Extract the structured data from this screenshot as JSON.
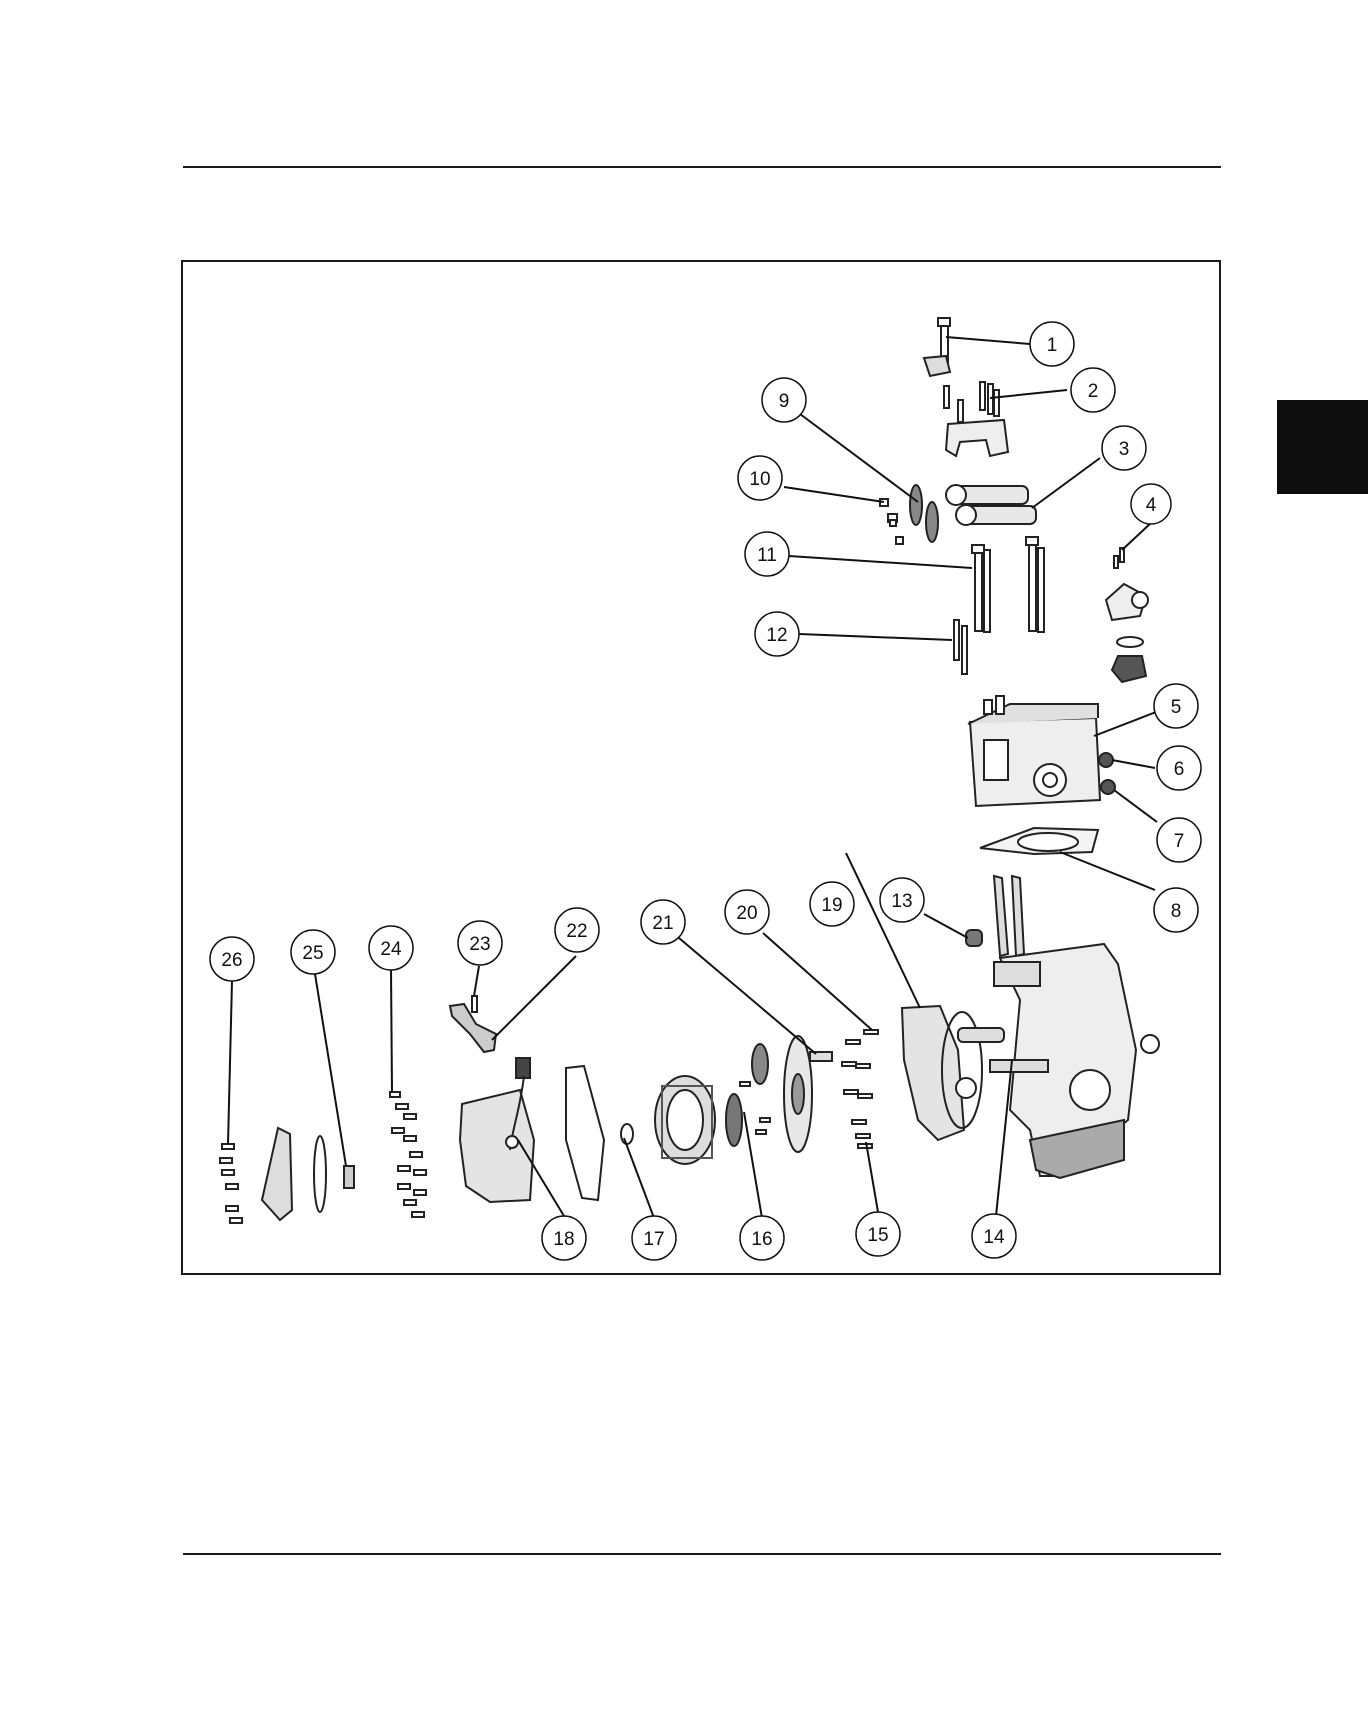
{
  "section_tab_color": "#0d0d0d",
  "callouts": {
    "c1": "1",
    "c2": "2",
    "c3": "3",
    "c4": "4",
    "c5": "5",
    "c6": "6",
    "c7": "7",
    "c8": "8",
    "c9": "9",
    "c10": "10",
    "c11": "11",
    "c12": "12",
    "c13": "13",
    "c14": "14",
    "c15": "15",
    "c16": "16",
    "c17": "17",
    "c18": "18",
    "c19": "19",
    "c20": "20",
    "c21": "21",
    "c22": "22",
    "c23": "23",
    "c24": "24",
    "c25": "25",
    "c26": "26"
  }
}
